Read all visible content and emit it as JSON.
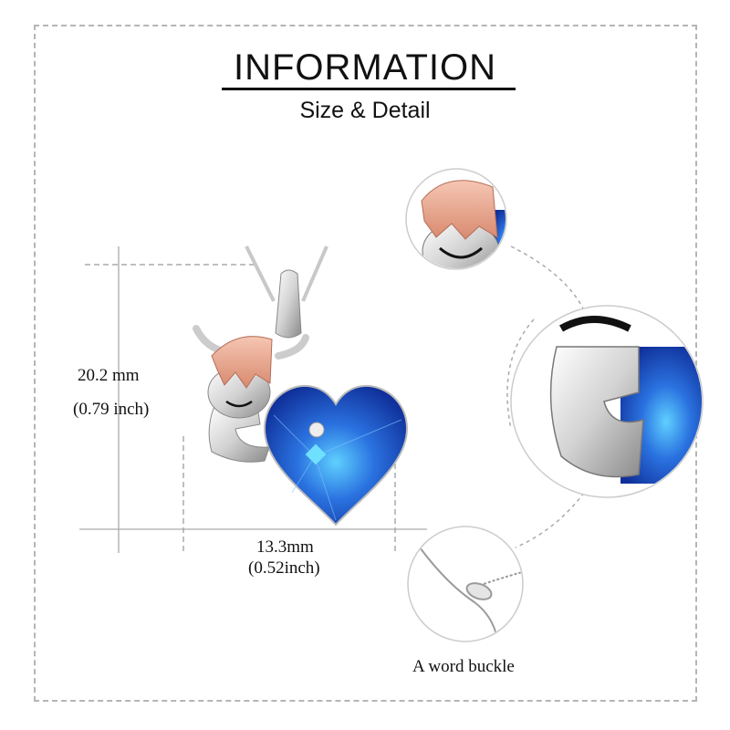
{
  "header": {
    "title": "INFORMATION",
    "subtitle": "Size & Detail"
  },
  "dimensions": {
    "height_mm": "20.2 mm",
    "height_inch": "(0.79 inch)",
    "width_mm": "13.3mm",
    "width_inch": "(0.52inch)"
  },
  "details": {
    "buckle_caption": "A word buckle"
  },
  "colors": {
    "crystal": "#1f5fd6",
    "rose_gold": "#e8a48c",
    "silver": "#d9d9d9",
    "guide_lines": "#b5b5b5"
  }
}
